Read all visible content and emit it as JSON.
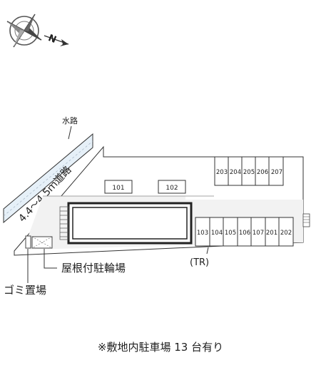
{
  "compass": {
    "north_label": "N",
    "icon": "compass-rose-icon"
  },
  "labels": {
    "waterway": "水路",
    "road_width": "4.4～4.5ｍ道路",
    "bicycle_parking": "屋根付駐輪場",
    "garbage": "ゴミ置場",
    "transformer": "(TR)"
  },
  "units_top": [
    "101",
    "102"
  ],
  "parking_upper": [
    "203",
    "204",
    "205",
    "206",
    "207"
  ],
  "parking_lower": [
    "103",
    "104",
    "105",
    "106",
    "107",
    "201",
    "202"
  ],
  "footnote": "※敷地内駐車場 13 台有り",
  "colors": {
    "road": "#e6f0f8",
    "site": "#f2f2f2",
    "building": "#ffffff",
    "line": "#333333"
  }
}
